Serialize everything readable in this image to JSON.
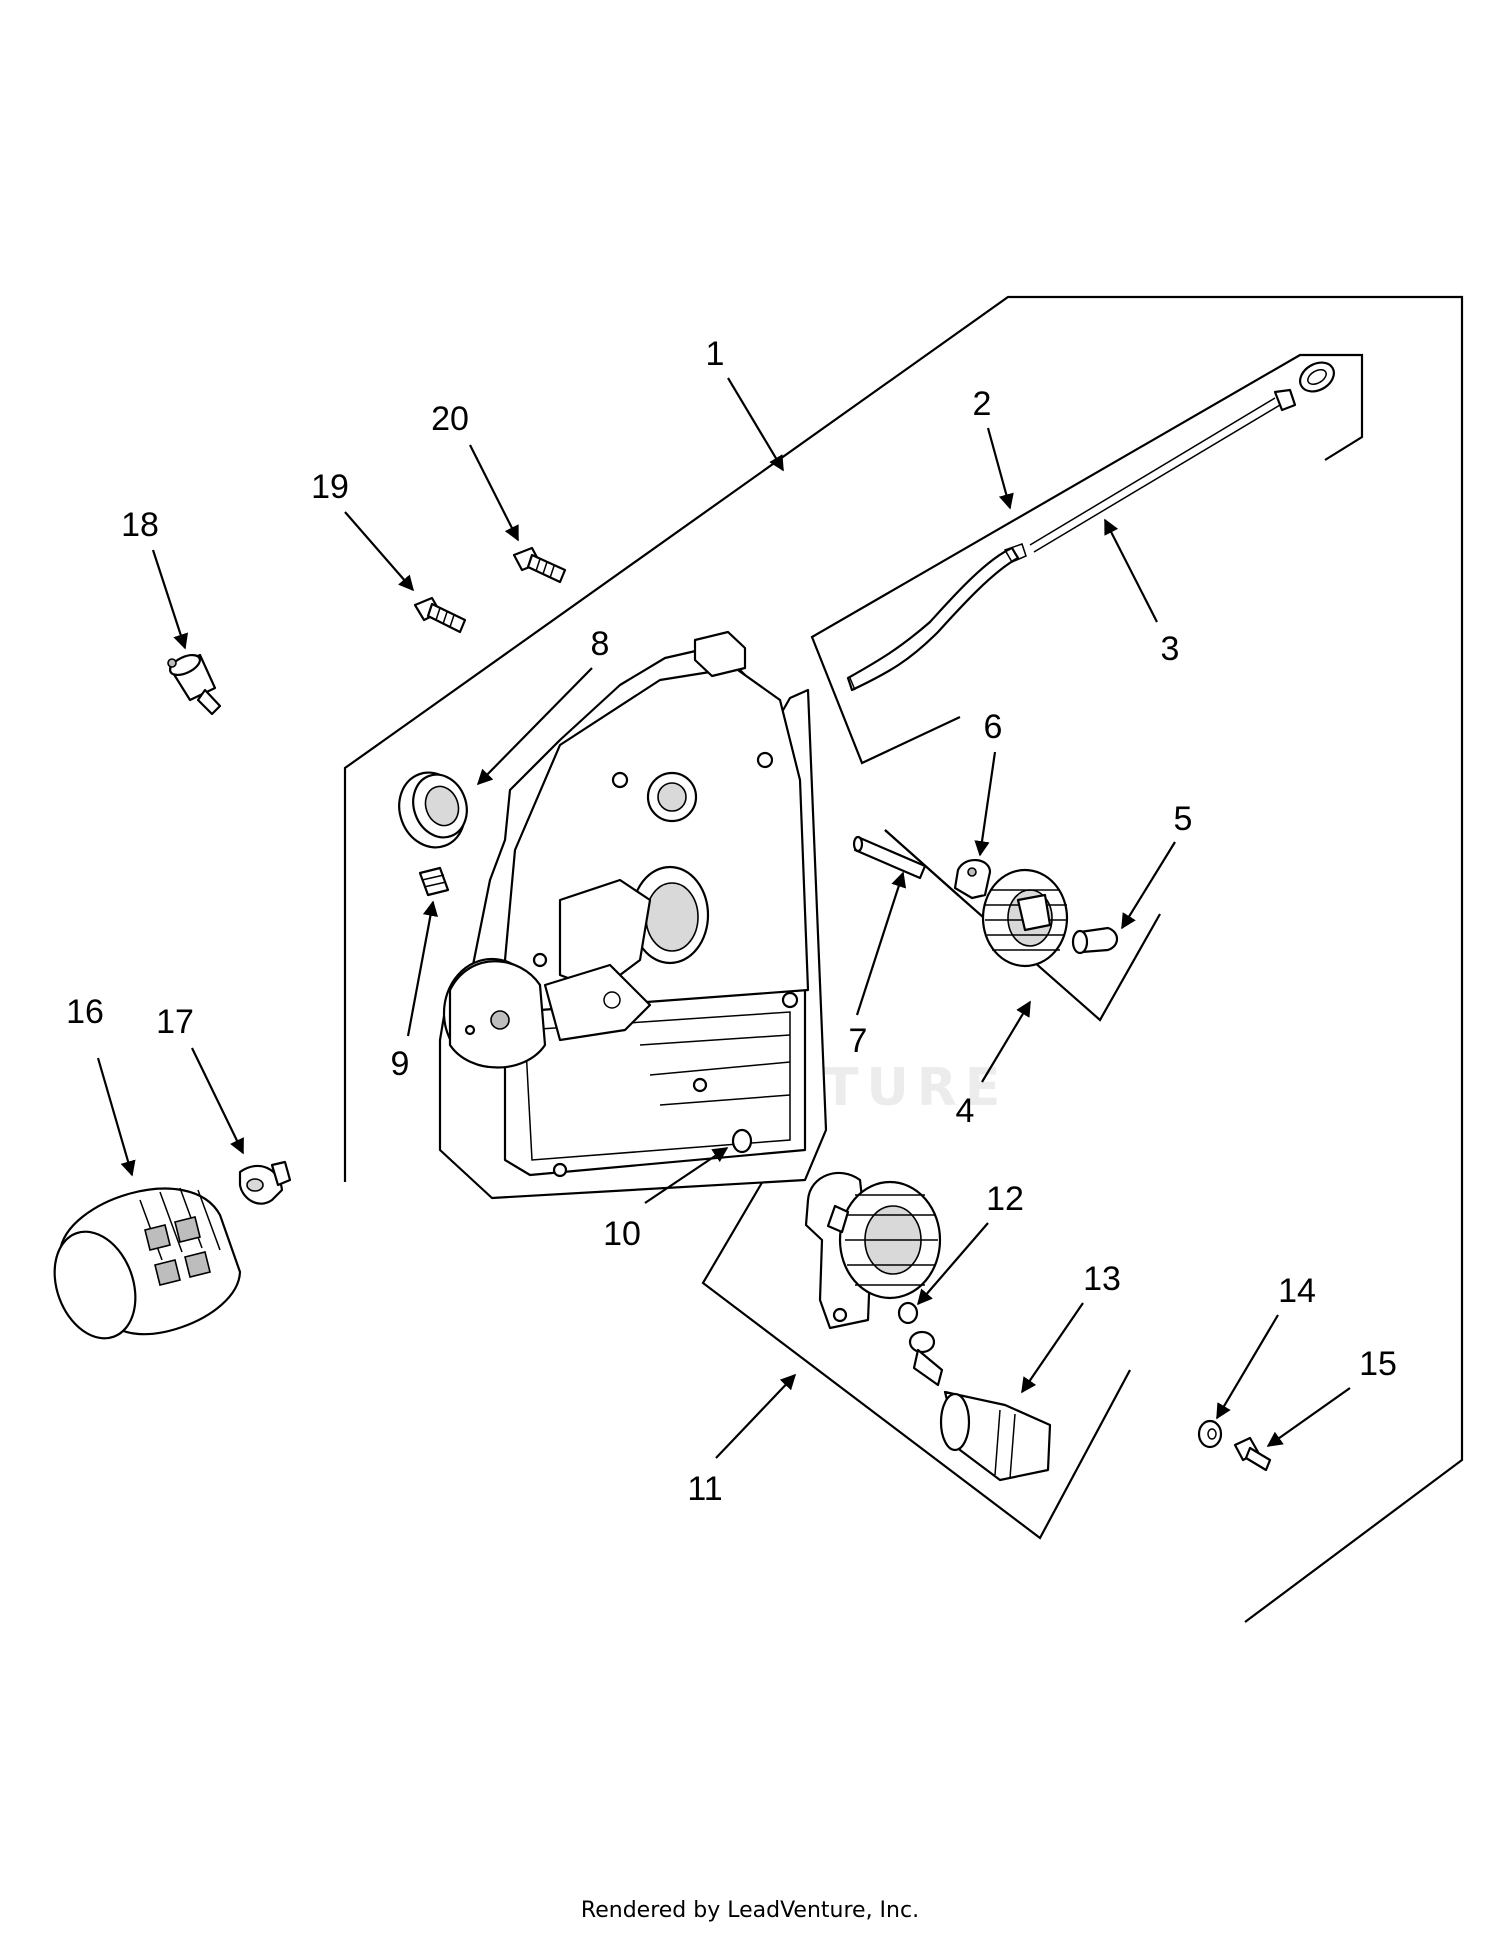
{
  "diagram": {
    "callouts": [
      "1",
      "2",
      "3",
      "4",
      "5",
      "6",
      "7",
      "8",
      "9",
      "10",
      "11",
      "12",
      "13",
      "14",
      "15",
      "16",
      "17",
      "18",
      "19",
      "20"
    ],
    "watermark": "LEADVENTURE"
  },
  "footer": {
    "credit": "Rendered by LeadVenture, Inc."
  }
}
